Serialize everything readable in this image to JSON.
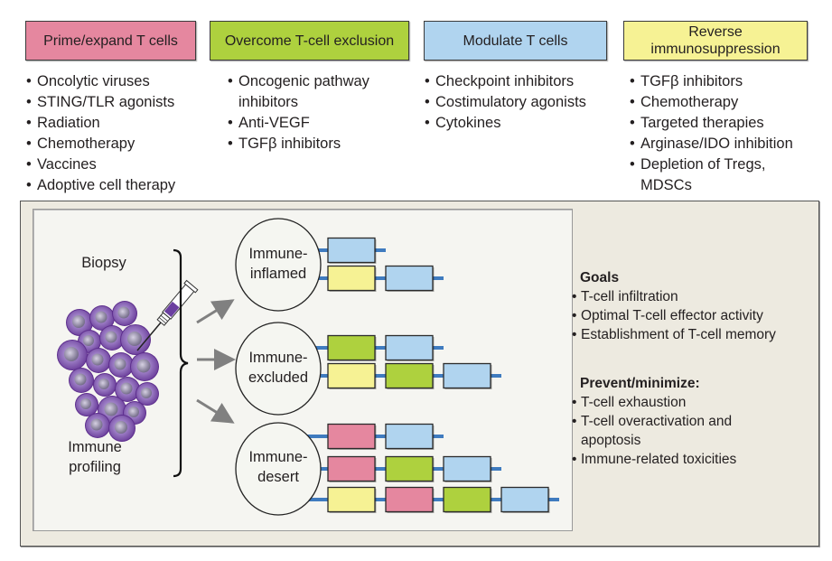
{
  "colors": {
    "prime": "#e5879f",
    "exclusion": "#aed13e",
    "modulate": "#b0d4ef",
    "reverse": "#f6f294",
    "connector": "#3f7bbf",
    "arrow": "#808080",
    "tumor": "#7a4aa8"
  },
  "categories": [
    {
      "key": "prime",
      "title": "Prime/expand T cells",
      "items": [
        "Oncolytic viruses",
        "STING/TLR agonists",
        "Radiation",
        "Chemotherapy",
        "Vaccines",
        "Adoptive cell therapy"
      ]
    },
    {
      "key": "exclusion",
      "title": "Overcome T-cell exclusion",
      "items": [
        "Oncogenic pathway\ninhibitors",
        "Anti-VEGF",
        "TGFβ inhibitors"
      ]
    },
    {
      "key": "modulate",
      "title": "Modulate T cells",
      "items": [
        "Checkpoint inhibitors",
        "Costimulatory agonists",
        "Cytokines"
      ]
    },
    {
      "key": "reverse",
      "title": "Reverse\nimmunosuppression",
      "items": [
        "TGFβ inhibitors",
        "Chemotherapy",
        "Targeted therapies",
        "Arginase/IDO inhibition",
        "Depletion of Tregs,\nMDSCs"
      ]
    }
  ],
  "left_panel": {
    "biopsy_label": "Biopsy",
    "profiling_label": "Immune\nprofiling"
  },
  "phenotypes": [
    {
      "label": "Immune-\ninflamed",
      "rows": [
        [
          "modulate"
        ],
        [
          "reverse",
          "modulate"
        ]
      ]
    },
    {
      "label": "Immune-\nexcluded",
      "rows": [
        [
          "exclusion",
          "modulate"
        ],
        [
          "reverse",
          "exclusion",
          "modulate"
        ]
      ]
    },
    {
      "label": "Immune-\ndesert",
      "rows": [
        [
          "prime",
          "modulate"
        ],
        [
          "prime",
          "exclusion",
          "modulate"
        ],
        [
          "reverse",
          "prime",
          "exclusion",
          "modulate"
        ]
      ]
    }
  ],
  "goals": {
    "heading": "Goals",
    "items": [
      "T-cell infiltration",
      "Optimal T-cell effector activity",
      "Establishment of T-cell memory"
    ]
  },
  "prevent": {
    "heading": "Prevent/minimize:",
    "items": [
      "T-cell exhaustion",
      "T-cell overactivation and\napoptosis",
      "Immune-related toxicities"
    ]
  }
}
